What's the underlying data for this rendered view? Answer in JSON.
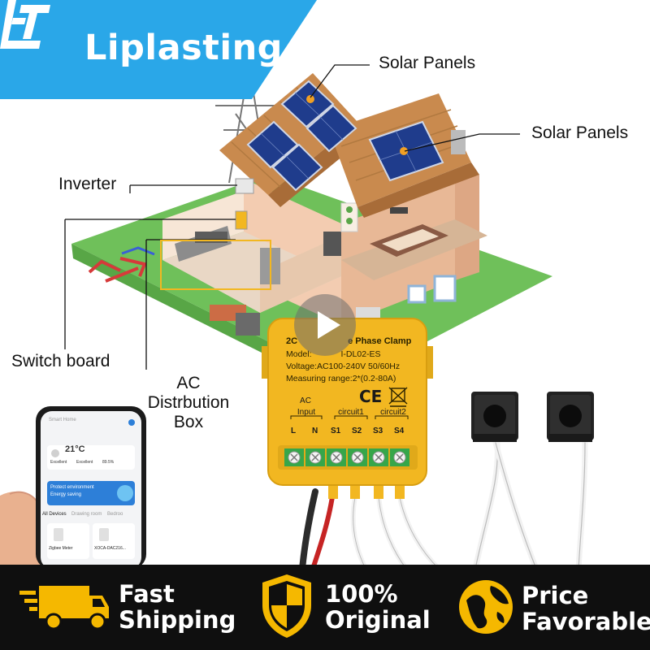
{
  "brand": {
    "name": "Liplasting",
    "color": "#2aa7e8"
  },
  "labels": {
    "solar_panels_top": "Solar Panels",
    "solar_panels_right": "Solar Panels",
    "inverter": "Inverter",
    "switch_board": "Switch board",
    "ac_distribution_line1": "AC",
    "ac_distribution_line2": "Distrbution",
    "ac_distribution_line3": "Box"
  },
  "device": {
    "title_left": "2C",
    "title_right": "e Phase Clamp",
    "model_left": "Model:",
    "model_right": "I-DL02-ES",
    "voltage": "Voltage:AC100-240V 50/60Hz",
    "measuring_range": "Measuring range:2*(0.2-80A)",
    "ac_label": "AC",
    "input_label": "Input",
    "circuit1_label": "circuit1",
    "circuit2_label": "circuit2",
    "terminals": [
      "L",
      "N",
      "S1",
      "S2",
      "S3",
      "S4"
    ],
    "ce_mark": "CE",
    "color": "#f2b721"
  },
  "phone": {
    "home_label": "Smart Home",
    "temperature": "21°C",
    "stat1_label": "Excellent",
    "stat2_label": "Excellent",
    "stat3_label": "89.5%",
    "banner_line1": "Protect environment",
    "banner_line2": "Energy saving",
    "tab_all": "All Devices",
    "tab_drawing": "Drawing room",
    "tab_bedroom": "Bedroo",
    "device1": "Zigbee Meter",
    "device2": "XOCA-DAC216..."
  },
  "badges": [
    {
      "icon": "delivery-truck-icon",
      "line1": "Fast",
      "line2": "Shipping"
    },
    {
      "icon": "shield-icon",
      "line1": "100%",
      "line2": "Original"
    },
    {
      "icon": "price-tag-icon",
      "line1": "Price",
      "line2": "Favorable"
    }
  ],
  "colors": {
    "badge_yellow": "#f5b800",
    "bar_background": "#0f0f0f"
  }
}
